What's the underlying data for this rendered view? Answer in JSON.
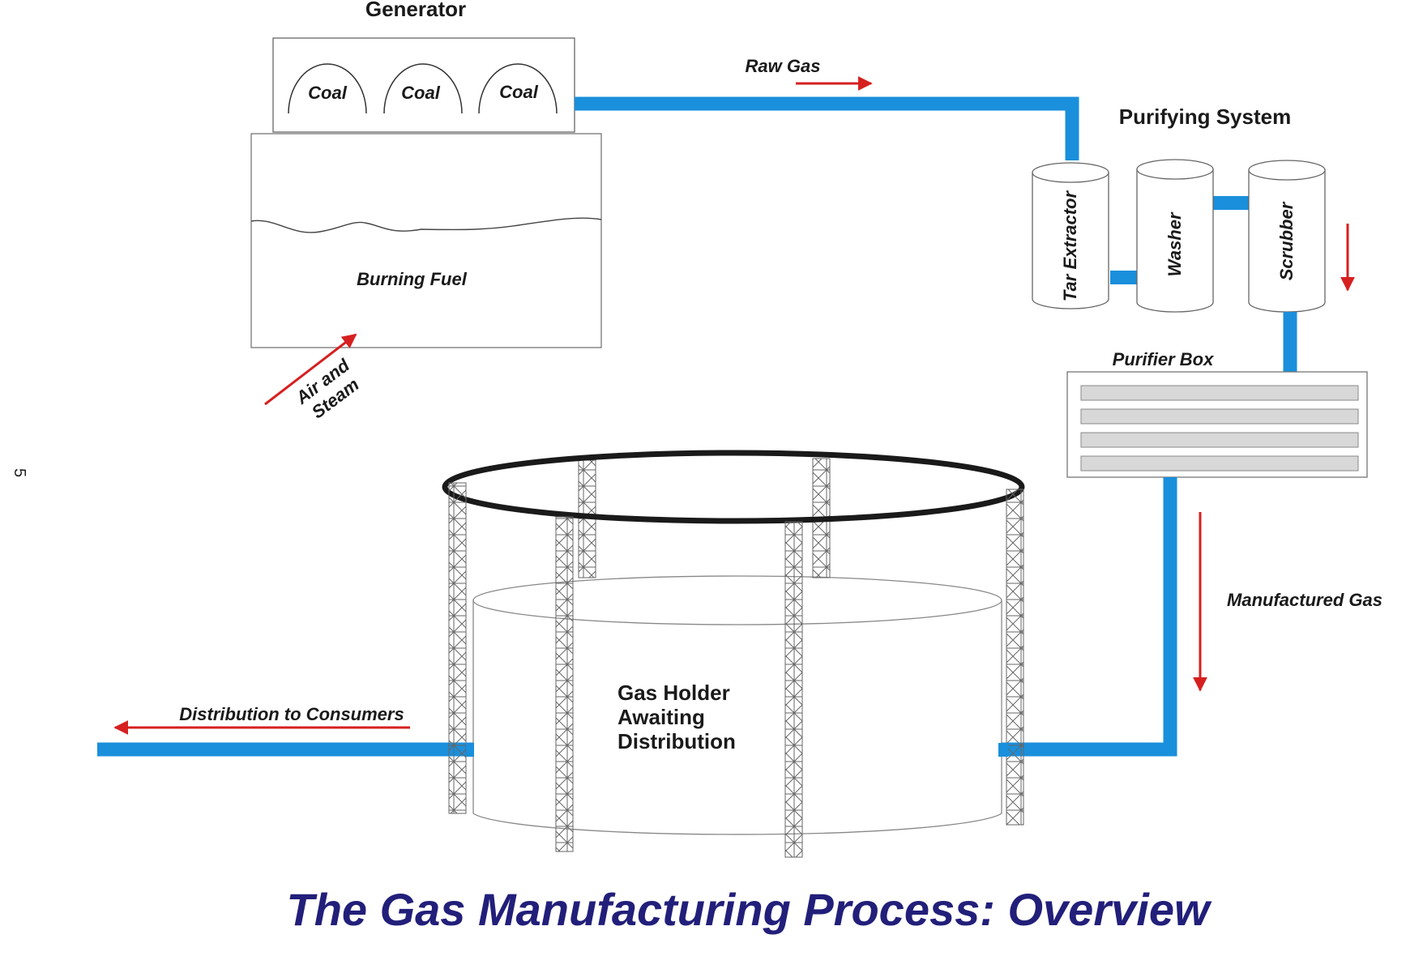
{
  "diagram": {
    "title": "The Gas Manufacturing Process: Overview",
    "page_number": "5",
    "generator": {
      "label": "Generator",
      "coal_labels": [
        "Coal",
        "Coal",
        "Coal"
      ],
      "burning_fuel": "Burning Fuel",
      "air_steam_line1": "Air and",
      "air_steam_line2": "Steam"
    },
    "raw_gas": "Raw Gas",
    "purifying_system": {
      "label": "Purifying System",
      "tar_extractor": "Tar Extractor",
      "washer": "Washer",
      "scrubber": "Scrubber"
    },
    "purifier_box": "Purifier Box",
    "manufactured_gas": "Manufactured Gas",
    "gas_holder": {
      "line1": "Gas Holder",
      "line2": "Awaiting",
      "line3": "Distribution"
    },
    "distribution": "Distribution to Consumers",
    "colors": {
      "pipe": "#1a8fdc",
      "arrow": "#d62020",
      "title": "#221f7a",
      "outline": "#555555",
      "lattice": "#666666",
      "ring": "#1a1a1a",
      "tray": "#d8d8d8"
    }
  }
}
